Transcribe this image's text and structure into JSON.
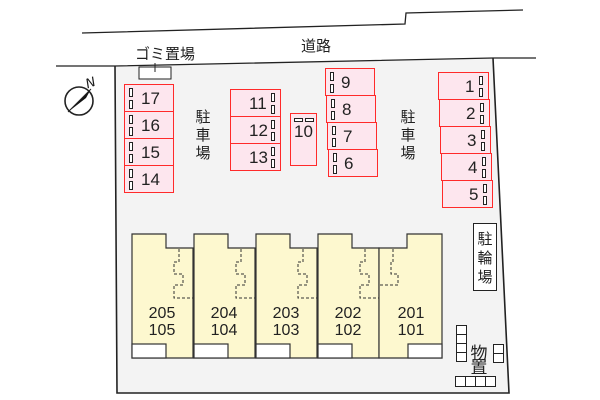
{
  "map": {
    "road_label": "道路",
    "garbage_label": "ゴミ置場",
    "compass_label": "N",
    "parking_label_left": [
      "駐",
      "車",
      "場"
    ],
    "parking_label_right": [
      "駐",
      "車",
      "場"
    ],
    "bicycle_label": [
      "駐",
      "輪",
      "場"
    ],
    "storage_label": [
      "物",
      "置"
    ]
  },
  "parking": {
    "left_column": [
      "17",
      "16",
      "15",
      "14"
    ],
    "center_column": [
      "11",
      "12",
      "13"
    ],
    "single": "10",
    "mid_column": [
      "9",
      "8",
      "7",
      "6"
    ],
    "right_column": [
      "1",
      "2",
      "3",
      "4",
      "5"
    ]
  },
  "units": [
    {
      "upper": "205",
      "lower": "105"
    },
    {
      "upper": "204",
      "lower": "104"
    },
    {
      "upper": "203",
      "lower": "103"
    },
    {
      "upper": "202",
      "lower": "102"
    },
    {
      "upper": "201",
      "lower": "101"
    }
  ],
  "colors": {
    "parking_fill": "#fde6ee",
    "parking_border": "#ff2a2a",
    "building_fill": "#fdf8cf",
    "lot_fill": "#f3f3f3"
  }
}
